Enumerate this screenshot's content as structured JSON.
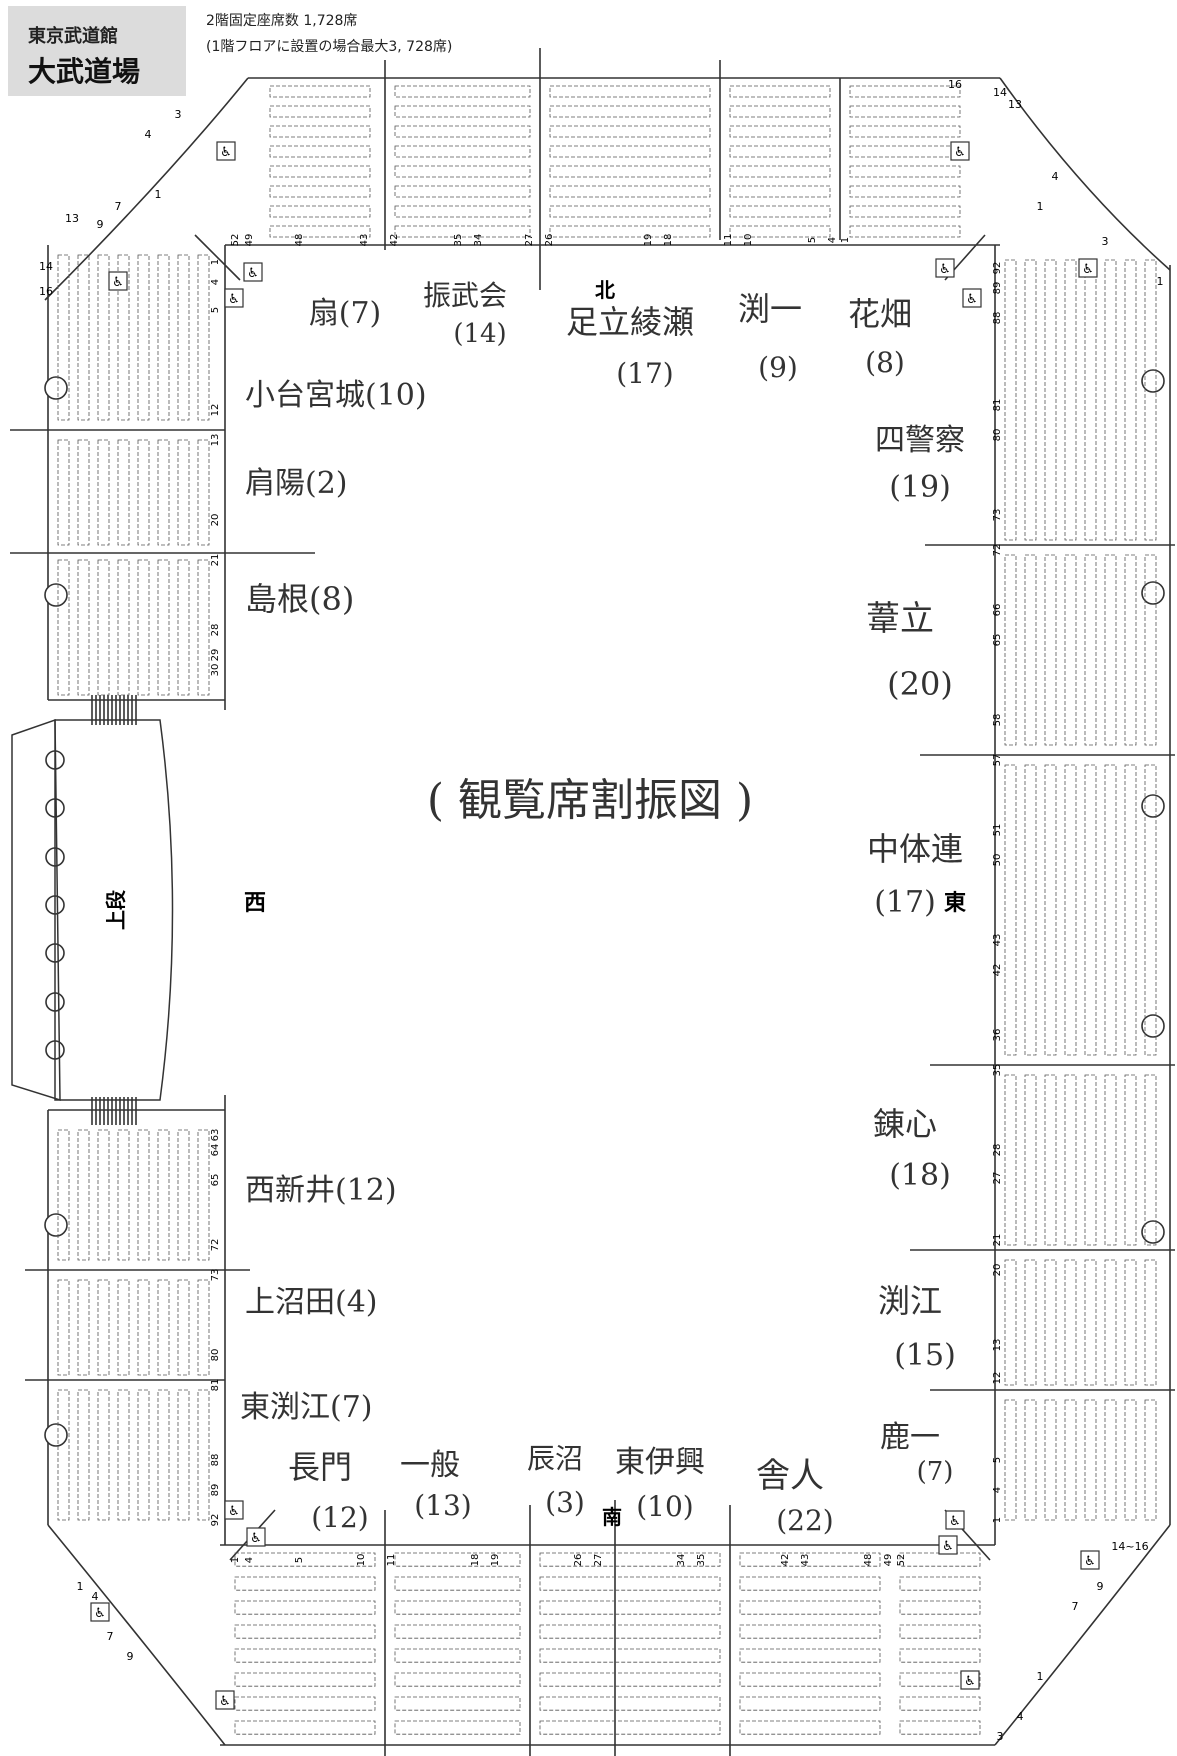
{
  "header": {
    "venue": "東京武道館",
    "hall": "大武道場",
    "capacity_line1": "2階固定座席数 1,728席",
    "capacity_line2": "(1階フロアに設置の場合最大3, 728席)"
  },
  "title": "( 観覧席割振図 )",
  "directions": {
    "north": "北",
    "south": "南",
    "east": "東",
    "west": "西"
  },
  "stage_label": "上段",
  "assignments": {
    "north": [
      {
        "name": "扇(7)"
      },
      {
        "name": "振武会",
        "count": "(14)"
      },
      {
        "name": "足立綾瀬",
        "count": "(17)"
      },
      {
        "name": "渕一",
        "count": "(9)"
      },
      {
        "name": "花畑",
        "count": "(8)"
      }
    ],
    "west": [
      {
        "name": "小台宮城(10)"
      },
      {
        "name": "肩陽(2)"
      },
      {
        "name": "島根(8)"
      },
      {
        "name": "西新井(12)"
      },
      {
        "name": "上沼田(4)"
      },
      {
        "name": "東渕江(7)"
      }
    ],
    "east": [
      {
        "name": "四警察",
        "count": "(19)"
      },
      {
        "name": "葦立",
        "count": "(20)"
      },
      {
        "name": "中体連",
        "count": "(17)"
      },
      {
        "name": "錬心",
        "count": "(18)"
      },
      {
        "name": "渕江",
        "count": "(15)"
      },
      {
        "name": "鹿一",
        "count": "(7)"
      }
    ],
    "south": [
      {
        "name": "長門",
        "count": "(12)"
      },
      {
        "name": "一般",
        "count": "(13)"
      },
      {
        "name": "辰沼",
        "count": "(3)"
      },
      {
        "name": "東伊興",
        "count": "(10)"
      },
      {
        "name": "舎人",
        "count": "(22)"
      }
    ]
  },
  "row_numbers": {
    "north": [
      "52",
      "49",
      "48",
      "43",
      "42",
      "35",
      "34",
      "27",
      "26",
      "19",
      "18",
      "11",
      "10",
      "5",
      "4",
      "1"
    ],
    "south": [
      "1",
      "4",
      "5",
      "10",
      "11",
      "18",
      "19",
      "26",
      "27",
      "34",
      "35",
      "42",
      "43",
      "48",
      "49",
      "52"
    ],
    "west": [
      "1",
      "4",
      "5",
      "12",
      "13",
      "20",
      "21",
      "28",
      "29",
      "30",
      "63",
      "64",
      "65",
      "72",
      "73",
      "80",
      "81",
      "88",
      "89",
      "92"
    ],
    "east": [
      "92",
      "89",
      "88",
      "81",
      "80",
      "73",
      "72",
      "66",
      "65",
      "58",
      "57",
      "51",
      "50",
      "43",
      "42",
      "36",
      "35",
      "28",
      "27",
      "21",
      "20",
      "13",
      "12",
      "5",
      "4",
      "1"
    ]
  },
  "corner_labels": {
    "nw": [
      "3",
      "4",
      "13",
      "14",
      "16",
      "9",
      "7",
      "1"
    ],
    "ne": [
      "16",
      "13",
      "14",
      "1",
      "4",
      "3",
      "1"
    ],
    "sw": [
      "1",
      "4",
      "9",
      "7"
    ],
    "se": [
      "14~16",
      "7",
      "9",
      "1",
      "4",
      "3"
    ]
  },
  "icons": [
    "wheelchair-icon",
    "section-marker-circle"
  ]
}
